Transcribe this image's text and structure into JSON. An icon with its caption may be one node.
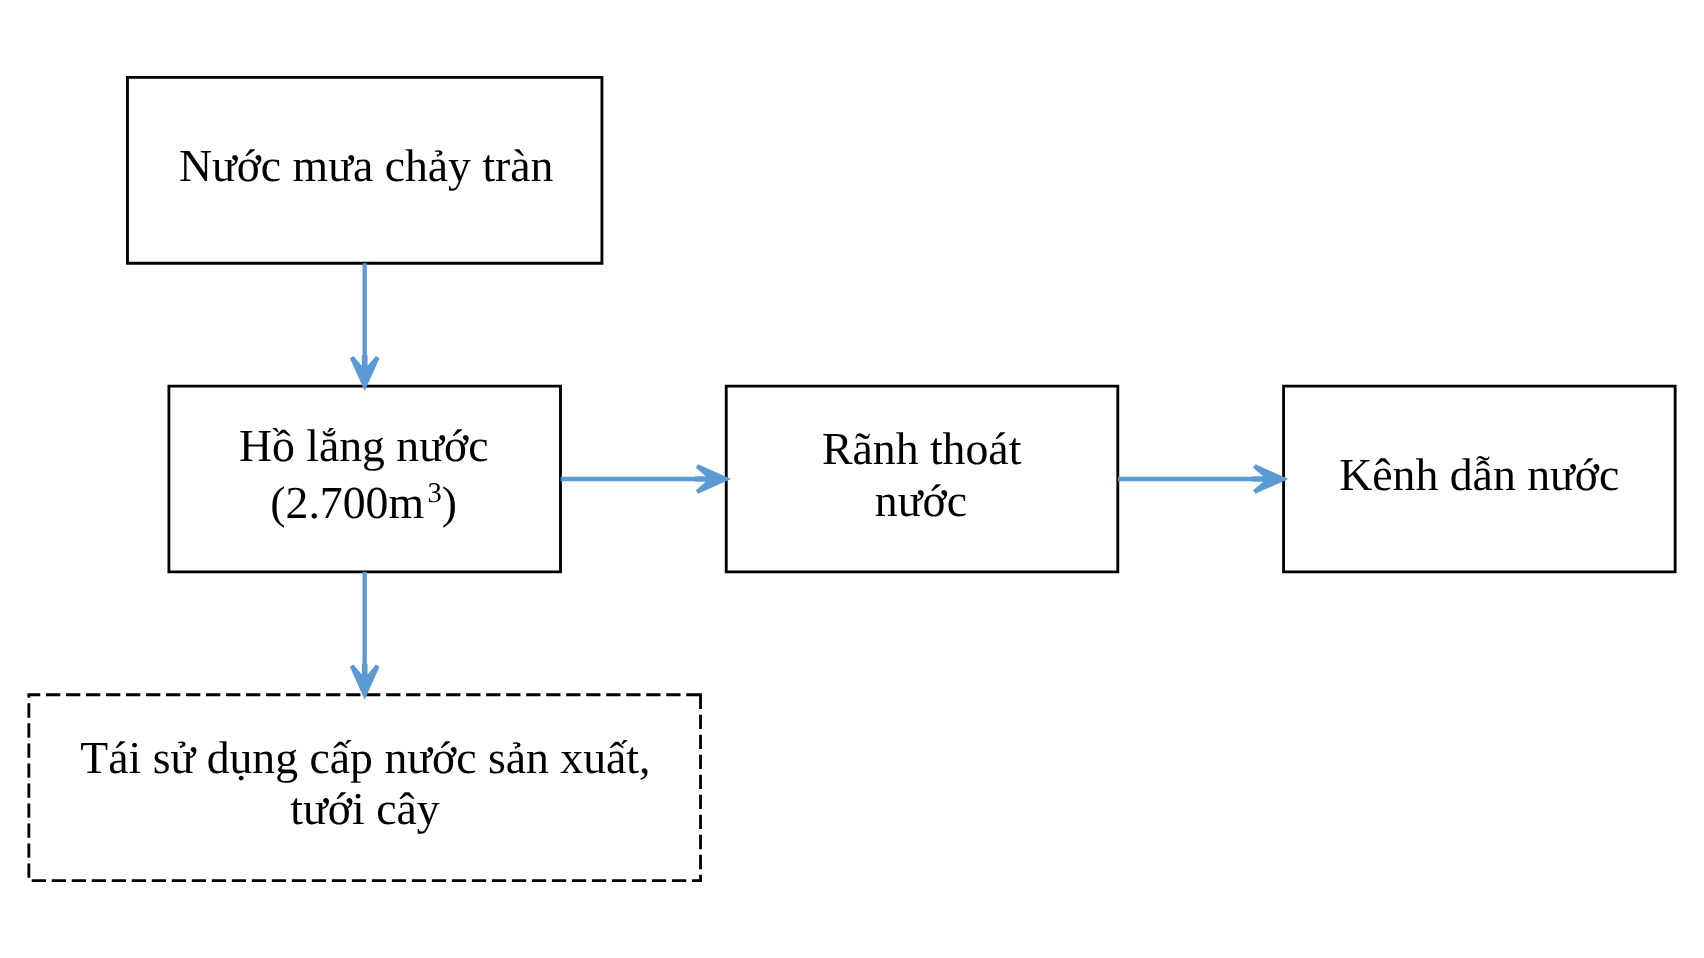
{
  "diagram": {
    "nodes": [
      {
        "text": [
          "Nước mưa chảy tràn"
        ]
      },
      {
        "text": [
          "Hồ lắng nước (2.700m$^{3}$)"
        ]
      },
      {
        "text": [
          "Rãnh thoát nước"
        ]
      },
      {
        "text": [
          "Kênh dẫn nước"
        ]
      },
      {
        "text": [
          "Tái sử dụng cấp nước sản xuất, tưới cây"
        ]
      }
    ],
    "edges": [
      {
        "from": 0,
        "to": 1,
        "arrow": "to"
      },
      {
        "from": 1,
        "to": 2,
        "arrow": "to"
      },
      {
        "from": 2,
        "to": 3,
        "arrow": "to"
      },
      {
        "from": 1,
        "to": 4,
        "arrow": "to"
      }
    ]
  }
}
